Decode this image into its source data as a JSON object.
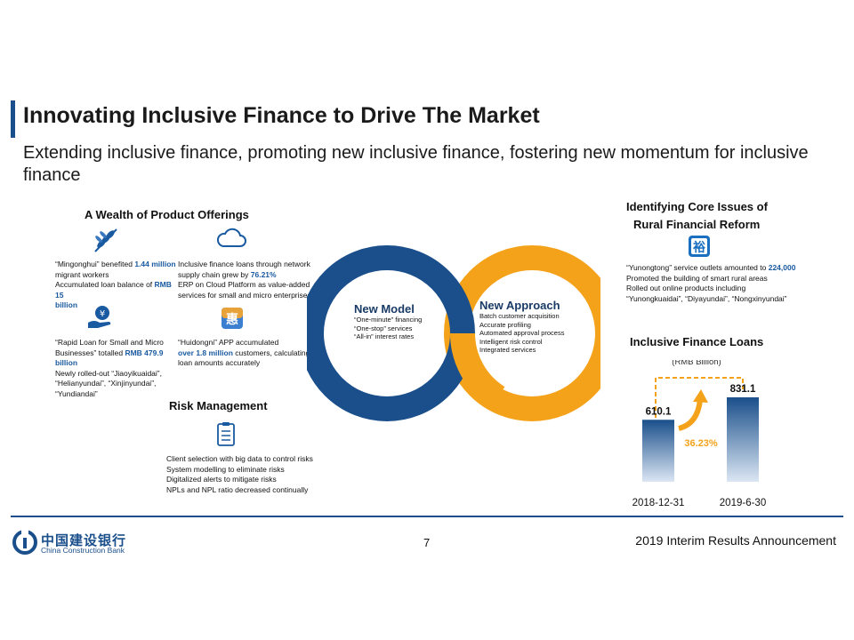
{
  "header": {
    "title": "Innovating Inclusive Finance to Drive The Market",
    "subtitle": "Extending inclusive finance, promoting new inclusive finance, fostering new momentum for inclusive finance"
  },
  "products": {
    "heading": "A Wealth of Product Offerings",
    "item1": {
      "l1a": "“Mingonghui” benefited ",
      "l1b": "1.44 million",
      "l2": "migrant workers",
      "l3a": "Accumulated loan balance of  ",
      "l3b": "RMB 15",
      "l4": "billion"
    },
    "item2": {
      "l1": "Inclusive finance loans through network",
      "l2a": "supply chain grew by ",
      "l2b": "76.21%",
      "l3": "ERP on Cloud Platform as value-added",
      "l4": "services for small and micro enterprises"
    },
    "item3": {
      "l1": "“Rapid Loan for Small and Micro",
      "l2a": "Businesses” totalled ",
      "l2b": "RMB 479.9 billion",
      "l3": "Newly rolled-out “Jiaoyikuaidai”,",
      "l4": "“Helianyundai”, “Xinjinyundai”,",
      "l5": "“Yundiandai”"
    },
    "item4": {
      "l1": "“Huidongni” APP accumulated",
      "l2a": "over 1.8 million",
      "l2b": " customers, calculating",
      "l3": "loan amounts accurately"
    }
  },
  "risk": {
    "heading": "Risk Management",
    "lines": [
      "Client selection with big data to control risks",
      "System modelling to eliminate risks",
      "Digitalized alerts to mitigate risks",
      "NPLs and NPL ratio decreased continually"
    ]
  },
  "new_model": {
    "title": "New Model",
    "lines": [
      "“One-minute” financing",
      "“One-stop” services",
      "“All-in” interest rates"
    ]
  },
  "new_approach": {
    "title": "New Approach",
    "lines": [
      "Batch customer acquisition",
      "Accurate profiling",
      "Automated approval process",
      "Intelligent risk control",
      "Integrated services"
    ]
  },
  "rural": {
    "heading1": "Identifying Core Issues of",
    "heading2": "Rural Financial Reform",
    "l1a": "“Yunongtong” service outlets amounted to ",
    "l1b": "224,000",
    "l2": "Promoted the building of smart rural areas",
    "l3": "Rolled out online products including",
    "l4": "“Yunongkuaidai”, “Diyayundai”, “Nongxinyundai”"
  },
  "chart_data": {
    "type": "bar",
    "title": "Inclusive Finance Loans",
    "unit": "(RMB Billion)",
    "categories": [
      "2018-12-31",
      "2019-6-30"
    ],
    "values": [
      610.1,
      831.1
    ],
    "value_labels": [
      "610.1",
      "831.1"
    ],
    "growth_label": "36.23%",
    "colors": {
      "bar_top": "#1a4f8b",
      "bar_bottom": "#ffffff",
      "growth": "#f5a21b",
      "dashed": "#f5a21b"
    }
  },
  "colors": {
    "blue": "#1a4f8b",
    "orange": "#f5a21b",
    "highlight": "#1a5aa0"
  },
  "footer": {
    "page": "7",
    "right": "2019 Interim Results Announcement",
    "logo_cn": "中国建设银行",
    "logo_en": "China Construction Bank"
  }
}
